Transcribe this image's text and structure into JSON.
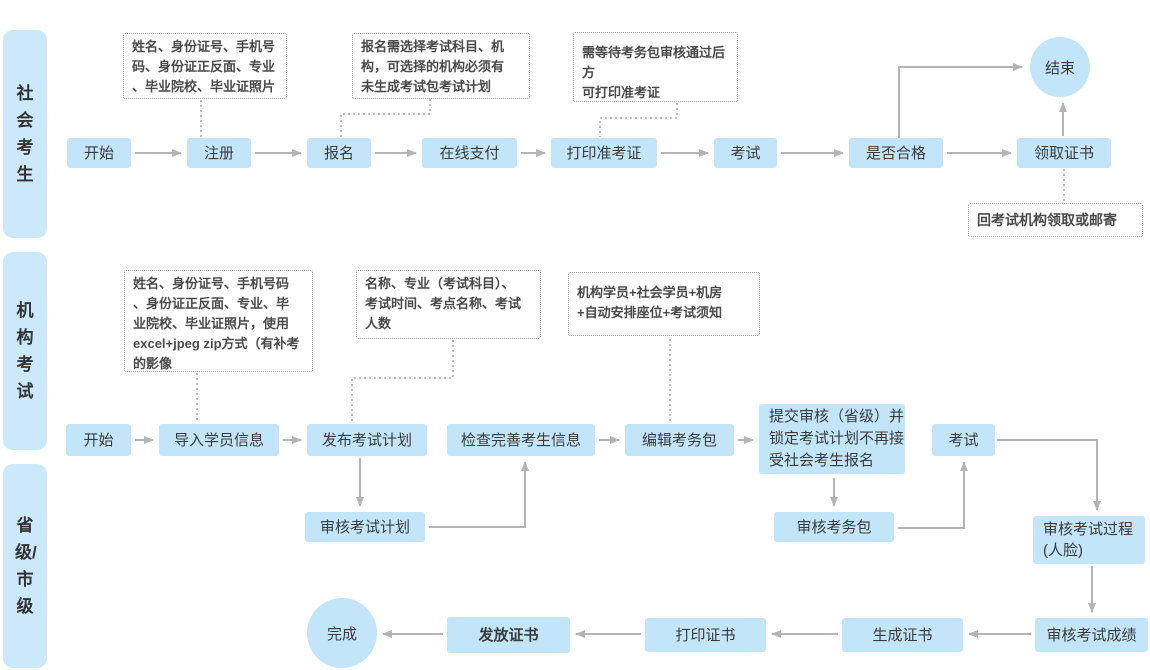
{
  "lanes": [
    {
      "label": "社会考生"
    },
    {
      "label": "机构考试"
    },
    {
      "label": "省级/市级"
    }
  ],
  "flow_social": {
    "start": "开始",
    "register": "注册",
    "enroll": "报名",
    "pay_online": "在线支付",
    "print_ticket": "打印准考证",
    "exam": "考试",
    "qualified": "是否合格",
    "receive_cert": "领取证书",
    "end": "结束",
    "notes": {
      "register": "姓名、身份证号、手机号\n码、身份证正反面、专业\n、毕业院校、毕业证照片",
      "enroll": "报名需选择考试科目、机\n构，可选择的机构必须有\n未生成考试包考试计划",
      "print_ticket": "需等待考务包审核通过后方\n可打印准考证",
      "receive_cert": "回考试机构领取或邮寄"
    }
  },
  "flow_institution": {
    "start": "开始",
    "import_students": "导入学员信息",
    "publish_plan": "发布考试计划",
    "check_info": "检查完善考生信息",
    "edit_pack": "编辑考务包",
    "submit_review": "提交审核（省级）并\n锁定考试计划不再接\n受社会考生报名",
    "exam": "考试",
    "notes": {
      "import_students": "姓名、身份证号、手机号码\n、身份证正反面、专业、毕\n业院校、毕业证照片，使用\nexcel+jpeg zip方式（有补考\n的影像",
      "publish_plan": "名称、专业（考试科目）、\n考试时间、考点名称、考试\n人数",
      "edit_pack": "机构学员+社会学员+机房\n+自动安排座位+考试须知"
    }
  },
  "flow_provincial": {
    "review_plan": "审核考试计划",
    "review_pack": "审核考务包",
    "review_process": "审核考试过程\n(人脸)",
    "review_scores": "审核考试成绩",
    "generate_cert": "生成证书",
    "print_cert": "打印证书",
    "issue_cert": "发放证书",
    "finish": "完成"
  },
  "colors": {
    "node_fill": "#c2e5f9",
    "lane_fill": "#cbe9fb",
    "arrow": "#b4b4b4",
    "note_border": "#9f9f9f",
    "text": "#3b3b3b"
  }
}
